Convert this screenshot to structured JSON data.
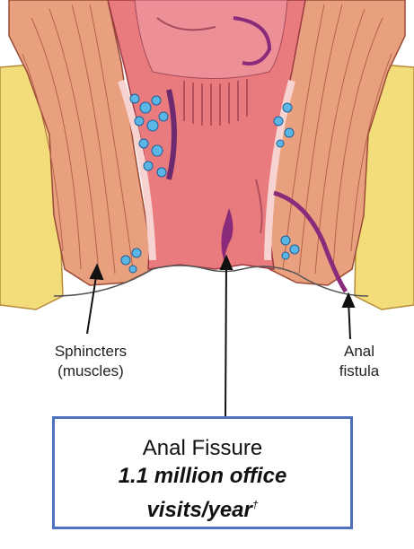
{
  "labels": {
    "sphincters_line1": "Sphincters",
    "sphincters_line2": "(muscles)",
    "fistula_line1": "Anal",
    "fistula_line2": "fistula"
  },
  "callout": {
    "title": "Anal Fissure",
    "stat_line1": "1.1 million office",
    "stat_line2": "visits/year",
    "footnote_mark": "†"
  },
  "colors": {
    "fat": "#f3dc7a",
    "muscle": "#e9a07f",
    "lumen": "#e97a7d",
    "fistula": "#8a2a7a",
    "callout_border": "#4f6fbf"
  }
}
